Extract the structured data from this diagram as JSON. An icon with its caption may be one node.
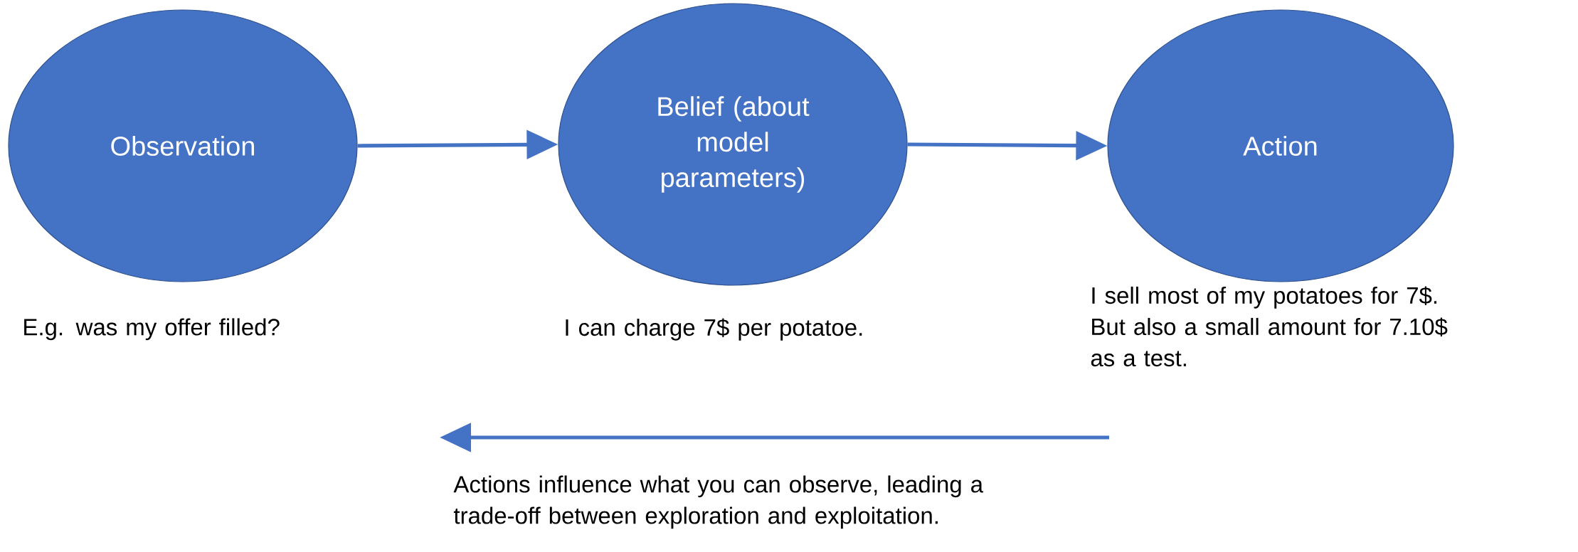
{
  "diagram": {
    "nodes": [
      {
        "text": [
          "Observation"
        ],
        "beside": [
          "E.g. was my offer filled?"
        ]
      },
      {
        "text": [
          "Belief (about model parameters)"
        ],
        "beside": [
          "I can charge 7$ per potatoe."
        ]
      },
      {
        "text": [
          "Action"
        ],
        "beside": [
          "I sell most of my potatoes for 7$. But also a small amount for 7.10$ as a test."
        ]
      }
    ],
    "edges": [
      {
        "from": 0,
        "to": 1,
        "arrow": "to"
      },
      {
        "from": 1,
        "to": 2,
        "arrow": "to"
      }
    ],
    "labels": [
      "Actions influence what you can observe, leading a trade-off between exploration and exploitation."
    ]
  }
}
